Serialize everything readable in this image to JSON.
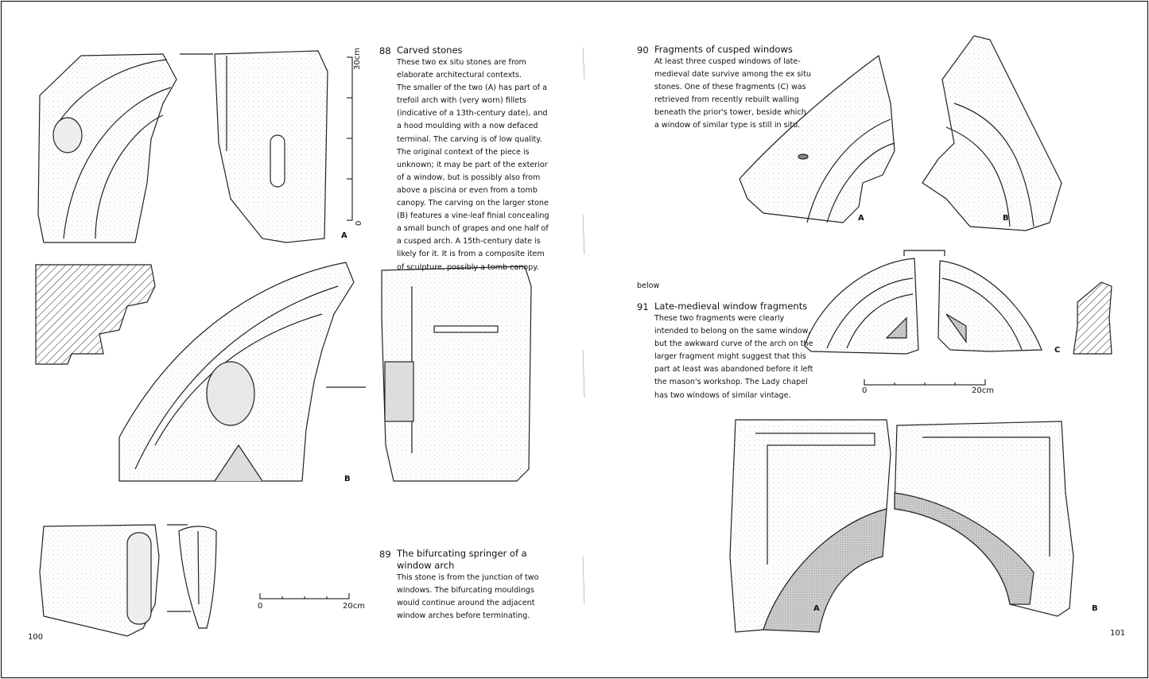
{
  "left_page": {
    "page_number": "100",
    "caption_88": {
      "number": "88",
      "title": "Carved stones",
      "lines": [
        "These two ex situ stones are from",
        "elaborate architectural contexts.",
        "The smaller of the two (A) has part of a",
        "trefoil arch with (very worn) fillets",
        "(indicative of a 13th-century date), and",
        "a hood moulding with a now defaced",
        "terminal. The carving is of low quality.",
        "The original context of the piece is",
        "unknown; it may be part of the exterior",
        "of a window, but is possibly also from",
        "above a piscina or even from a tomb",
        "canopy. The carving on the larger stone",
        "(B) features a vine-leaf finial concealing",
        "a small bunch of grapes and one half of",
        "a cusped arch. A 15th-century date is",
        "likely for it. It is from a composite item",
        "of sculpture, possibly a tomb canopy."
      ]
    },
    "caption_89": {
      "number": "89",
      "title_lines": [
        "The bifurcating springer of a",
        "window arch"
      ],
      "lines": [
        "This stone is from the junction of two",
        "windows. The bifurcating mouldings",
        "would continue around the adjacent",
        "window arches before terminating."
      ]
    },
    "labels": {
      "a": "A",
      "b": "B"
    },
    "scale_vertical": {
      "top": "30cm",
      "bottom": "0"
    },
    "scale_horizontal": {
      "start": "0",
      "end": "20cm"
    }
  },
  "right_page": {
    "page_number": "101",
    "caption_90": {
      "number": "90",
      "title": "Fragments of cusped windows",
      "lines": [
        "At least three cusped windows of late-",
        "medieval date survive among the ex situ",
        "stones. One of these fragments (C) was",
        "retrieved from recently rebuilt walling",
        "beneath the prior's tower, beside which",
        "a window of similar type is still in situ."
      ]
    },
    "below_label": "below",
    "caption_91": {
      "number": "91",
      "title": "Late-medieval window fragments",
      "lines": [
        "These two fragments were clearly",
        "intended to belong on the same window,",
        "but the awkward curve of the arch on the",
        "larger fragment might suggest that this",
        "part at least was abandoned before it left",
        "the mason's workshop. The Lady chapel",
        "has two windows of similar vintage."
      ]
    },
    "labels": {
      "a_top": "A",
      "b_top": "B",
      "c": "C",
      "a_bottom": "A",
      "b_bottom": "B"
    },
    "scale_horizontal": {
      "start": "0",
      "end": "20cm"
    }
  }
}
